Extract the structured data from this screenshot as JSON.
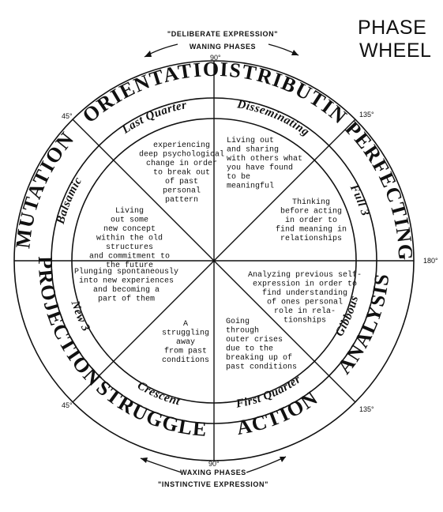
{
  "title": [
    "PHASE",
    "WHEEL"
  ],
  "top_caption": "\"DELIBERATE EXPRESSION\"",
  "top_sub": "WANING PHASES",
  "bottom_sub": "WAXING PHASES",
  "bottom_caption": "\"INSTINCTIVE EXPRESSION\"",
  "degrees": [
    "90°",
    "45°",
    "135°",
    "180°",
    "45°",
    "135°",
    "90°"
  ],
  "outer_names": [
    "REORIENTATION",
    "DISTRIBUTING",
    "PERFECTING",
    "ANALYSIS",
    "ACTION",
    "STRUGGLE",
    "PROJECTION",
    "MUTATION"
  ],
  "middle_names": [
    "Last Quarter",
    "Disseminating",
    "Full 3",
    "Gibbous",
    "First Quarter",
    "Crescent",
    "New 3",
    "Balsamic"
  ],
  "descriptions": [
    [
      "experiencing",
      "deep psychological",
      "change in order",
      "to break out",
      "of past",
      "personal",
      "pattern"
    ],
    [
      "Living out",
      "and sharing",
      "with others what",
      "you have found",
      "to be",
      "meaningful"
    ],
    [
      "Thinking",
      "before acting",
      "in order to",
      "find meaning in",
      "relationships"
    ],
    [
      "Analyzing previous self-",
      "expression in order to",
      "find understanding",
      "of ones personal",
      "role in rela-",
      "tionships"
    ],
    [
      "Going",
      "through",
      "outer crises",
      "due to the",
      "breaking up of",
      "past conditions"
    ],
    [
      "A",
      "struggling",
      "away",
      "from past",
      "conditions"
    ],
    [
      "Plunging spontaneously",
      "into new experiences",
      "and becoming a",
      "part of them"
    ],
    [
      "Living",
      "out some",
      "new concept",
      "within the old",
      "structures",
      "and commitment to",
      "the future"
    ]
  ]
}
